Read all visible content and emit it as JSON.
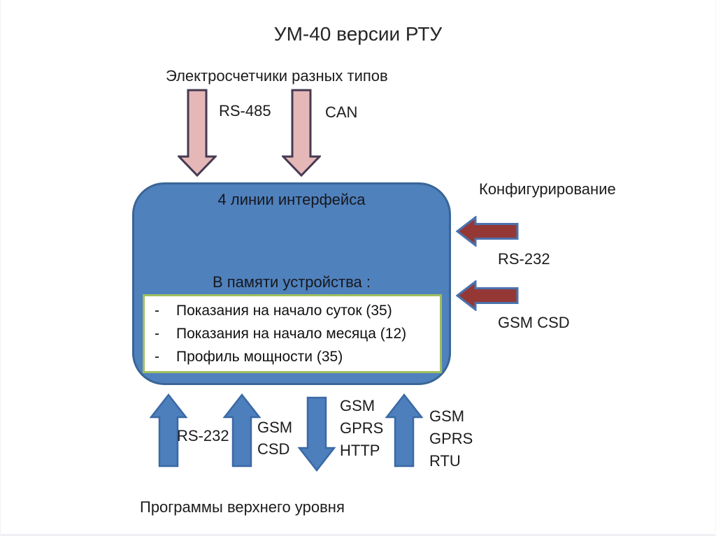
{
  "title": "УМ-40 версии РТУ",
  "top": {
    "label": "Электросчетчики разных типов",
    "arrows": [
      {
        "direction": "down",
        "label": "RS-485"
      },
      {
        "direction": "down",
        "label": "CAN"
      }
    ]
  },
  "device": {
    "interfaces_label": "4 линии интерфейса",
    "memory_label": "В памяти устройства :",
    "bullet_marker": "-",
    "memory_items": [
      "Показания на начало суток (35)",
      "Показания на начало месяца (12)",
      "Профиль мощности (35)"
    ]
  },
  "right": {
    "label": "Конфигурирование",
    "arrows": [
      {
        "direction": "left",
        "label": "RS-232"
      },
      {
        "direction": "left",
        "label": "GSM CSD"
      }
    ]
  },
  "bottom": {
    "label": "Программы верхнего уровня",
    "arrows": [
      {
        "direction": "up",
        "lines": [
          "RS-232"
        ]
      },
      {
        "direction": "up",
        "lines": [
          "GSM",
          "CSD"
        ]
      },
      {
        "direction": "down",
        "lines": [
          "GSM",
          "GPRS",
          "HTTP"
        ]
      },
      {
        "direction": "up",
        "lines": [
          "GSM",
          "GPRS",
          "RTU"
        ]
      }
    ]
  },
  "colors": {
    "device_fill": "#4f81bd",
    "device_border": "#3a6596",
    "pink_arrow_fill": "#e5b8b7",
    "pink_arrow_border": "#463a53",
    "red_arrow_fill": "#953735",
    "red_arrow_border": "#4a72ad",
    "blue_arrow_fill": "#4c7fbc",
    "blue_arrow_border": "#3a69a5",
    "memory_box_border": "#9fbe5f",
    "text": "#1c1c1c"
  }
}
